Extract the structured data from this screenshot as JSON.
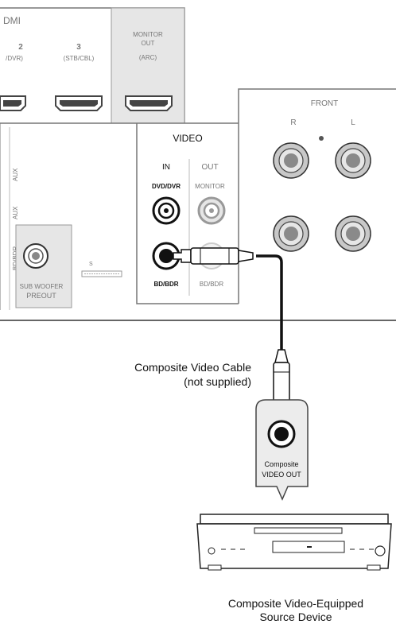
{
  "receiver": {
    "hdmi_fragment": "DMI",
    "hdmi_inputs": [
      {
        "number": "2",
        "label": "/DVR)"
      },
      {
        "number": "3",
        "label": "(STB/CBL)"
      }
    ],
    "monitor_out": {
      "line1": "MONITOR",
      "line2": "OUT",
      "line3": "(ARC)"
    },
    "aux_labels": [
      "AUX",
      "AUX",
      "BD/BDR"
    ],
    "subwoofer": {
      "line1": "SUB WOOFER",
      "line2": "PREOUT"
    },
    "small_port_label": "S",
    "video_section": {
      "title": "VIDEO",
      "in_label": "IN",
      "out_label": "OUT",
      "dvd_label": "DVD/DVR",
      "monitor_label": "MONITOR",
      "bd_label": "BD/BDR",
      "bd_out_label": "BD/BDR"
    },
    "front": {
      "title": "FRONT",
      "right": "R",
      "left": "L"
    }
  },
  "cable": {
    "line1": "Composite Video Cable",
    "line2": "(not supplied)"
  },
  "source_jack": {
    "line1": "Composite",
    "line2": "VIDEO OUT"
  },
  "source_device": {
    "line1": "Composite Video-Equipped",
    "line2": "Source Device"
  }
}
